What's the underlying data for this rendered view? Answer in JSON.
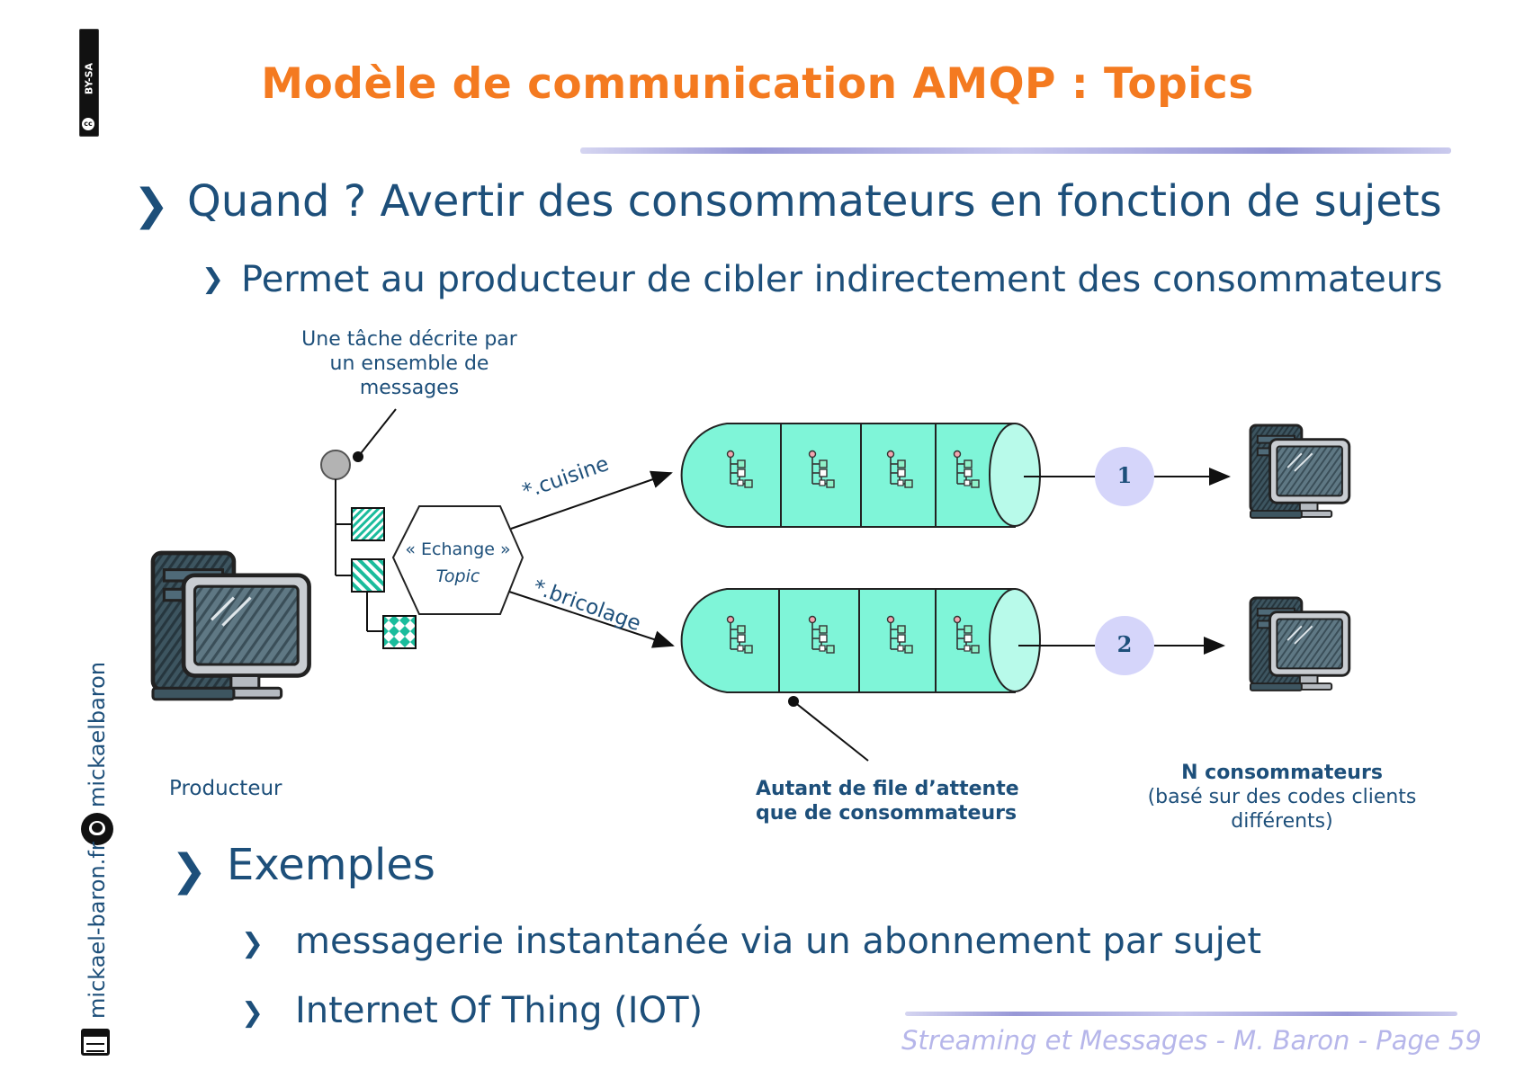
{
  "slide": {
    "title": "Modèle de communication AMQP : Topics",
    "license_badge": "BY-SA",
    "license_cc": "cc",
    "bullet1": "Quand ? Avertir des consommateurs en fonction de sujets",
    "bullet1_sub": "Permet au producteur de cibler indirectement des consommateurs",
    "bullet2": "Exemples",
    "bullet2_items": [
      "messagerie instantanée via un abonnement par sujet",
      "Internet Of Thing (IOT)"
    ],
    "footer": "Streaming et Messages - M. Baron - Page  59",
    "side_github": "mickaelbaron",
    "side_web": "mickael-baron.fr"
  },
  "diagram": {
    "task_note": [
      "Une tâche décrite par",
      "un ensemble de",
      "messages"
    ],
    "exchange_stereotype": "« Echange »",
    "exchange_type": "Topic",
    "route_top": "*.cuisine",
    "route_bottom": "*.bricolage",
    "queue_numbers": [
      "1",
      "2"
    ],
    "producer_label": "Producteur",
    "queues_note": [
      "Autant de file d’attente",
      "que de consommateurs"
    ],
    "consumers_note_bold": "N consommateurs",
    "consumers_note": [
      "(basé sur des codes clients",
      "différents)"
    ],
    "colors": {
      "queue_fill": "#7ff5d8",
      "queue_end": "#b8faea",
      "circle_fill": "#d5d5fa",
      "title_orange": "#f47a20",
      "text_blue": "#1d4f7a",
      "message_green": "#1abc9c"
    }
  }
}
